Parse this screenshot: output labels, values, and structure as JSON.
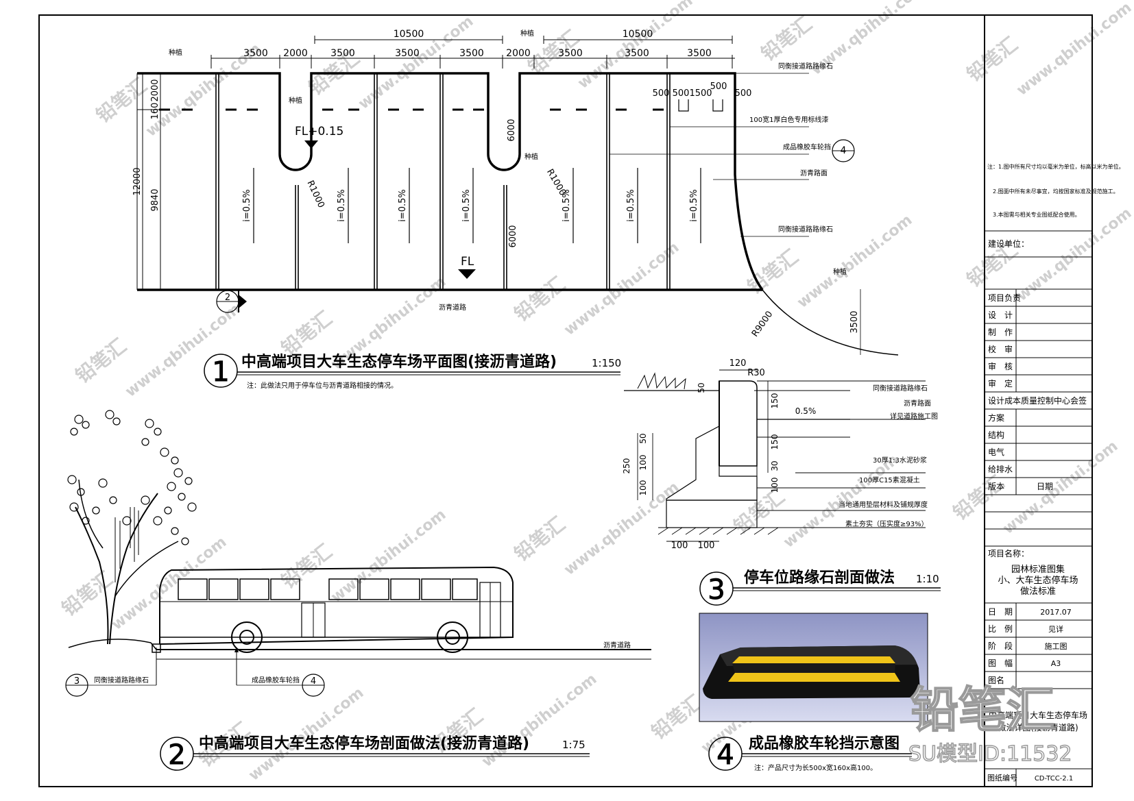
{
  "fig1": {
    "num": "1",
    "title": "中高端项目大车生态停车场平面图(接沥青道路)",
    "scale": "1:150",
    "note": "注：此做法只用于停车位与沥青道路相接的情况。",
    "dims_top": [
      "3500",
      "2000",
      "3500",
      "3500",
      "3500",
      "2000",
      "3500",
      "3500",
      "3500"
    ],
    "dim_total_1": "10500",
    "dim_total_2": "10500",
    "planting": "种植",
    "dims_left": [
      "2000",
      "160",
      "12000",
      "9840"
    ],
    "dim_stall": [
      "500",
      "500",
      "1500",
      "500",
      "500"
    ],
    "fl_high": "FL+0.15",
    "fl_low": "FL",
    "radius_small": "R1000",
    "dim_6000": "6000",
    "slope": "i=0.5%",
    "road": "沥青道路",
    "radius_large": "R9000",
    "dim_3500": "3500",
    "labels": [
      "同衡接道路路缘石",
      "100宽1厚白色专用标线漆",
      "成品橡胶车轮挡",
      "沥青路面",
      "同衡接道路路缘石",
      "种植"
    ],
    "ref_callout_num": "4",
    "sec_num": "2"
  },
  "fig2": {
    "num": "2",
    "title": "中高端项目大车生态停车场剖面做法(接沥青道路)",
    "scale": "1:75",
    "road": "沥青道路",
    "label_curb": "同衡接道路路缘石",
    "label_stop": "成品橡胶车轮挡",
    "ref_curb": "3",
    "ref_stop": "4"
  },
  "fig3": {
    "num": "3",
    "title": "停车位路缘石剖面做法",
    "scale": "1:10",
    "dims": [
      "120",
      "R30",
      "50",
      "150",
      "150",
      "30",
      "100",
      "250",
      "50",
      "100",
      "100",
      "100",
      "100",
      "0.5%"
    ],
    "labels": [
      "同衡接道路路缘石",
      "沥青路面",
      "详见道路施工图",
      "30厚1:3水泥砂浆",
      "100厚C15素混凝土",
      "当地通用垫层材料及铺规厚度",
      "素土夯实（压实度≥93%）"
    ]
  },
  "fig4": {
    "num": "4",
    "title": "成品橡胶车轮挡示意图",
    "note": "注：产品尺寸为长500x宽160x高100。"
  },
  "titleblock": {
    "notes": [
      "注：1.图中所有尺寸均以毫米为单位，标高以米为单位。",
      "2.图面中所有未尽事宜，均按国家标准及规范施工。",
      "3.本图需与相关专业图纸配合使用。"
    ],
    "builder": "建设单位：",
    "rows": [
      "项目负责",
      "设　计",
      "制　作",
      "校　审",
      "审　核",
      "审　定"
    ],
    "design_unit": "设计成本质量控制中心会签",
    "disciplines": [
      "方案",
      "结构",
      "电气",
      "给排水"
    ],
    "version": "版本",
    "date_label": "日期",
    "project_label": "项目名称：",
    "project_name": [
      "园林标准图集",
      "小、大车生态停车场",
      "做法标准"
    ],
    "info": [
      [
        "日　期",
        "2017.07"
      ],
      [
        "比　例",
        "见详"
      ],
      [
        "阶　段",
        "施工图"
      ],
      [
        "图　幅",
        "A3"
      ],
      [
        "图名",
        ""
      ]
    ],
    "drawing_title": [
      "中高端项目大车生态停车场",
      "做法详图(接沥青道路)"
    ],
    "drawing_no_label": "图纸编号",
    "drawing_no": "CD-TCC-2.1"
  },
  "watermark": {
    "url": "www.qbihui.com",
    "brand": "铅笔汇",
    "logo": "铅笔汇",
    "model_id": "SU模型ID:11532"
  }
}
